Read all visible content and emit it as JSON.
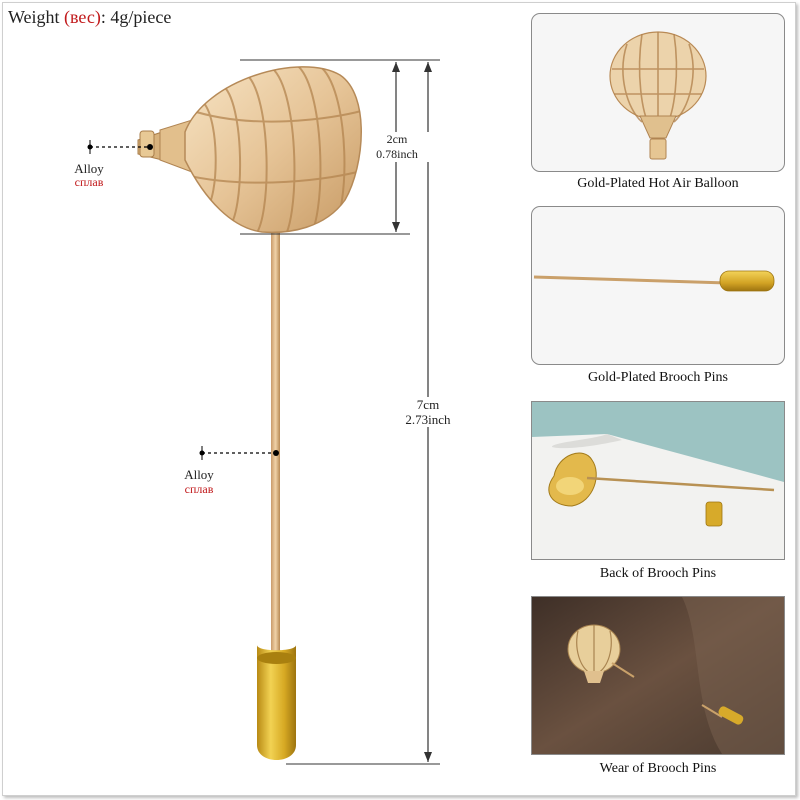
{
  "weight": {
    "label": "Weight ",
    "ru": "(вес)",
    "value": ": 4g/piece"
  },
  "annotations": {
    "alloy_top": {
      "en": "Alloy",
      "ru": "сплав"
    },
    "alloy_mid": {
      "en": "Alloy",
      "ru": "сплав"
    },
    "height_small": {
      "cm": "2cm",
      "inch": "0.78inch"
    },
    "height_total": {
      "cm": "7cm",
      "inch": "2.73inch"
    }
  },
  "panels": [
    {
      "caption": "Gold-Plated Hot Air Balloon"
    },
    {
      "caption": "Gold-Plated Brooch Pins"
    },
    {
      "caption": "Back of Brooch Pins"
    },
    {
      "caption": "Wear of Brooch Pins"
    }
  ],
  "colors": {
    "gold_light": "#f2d8b0",
    "gold_mid": "#d9b380",
    "gold_dark": "#b98a55",
    "cap_gold": "#c99a1c",
    "red": "#c1191b"
  }
}
